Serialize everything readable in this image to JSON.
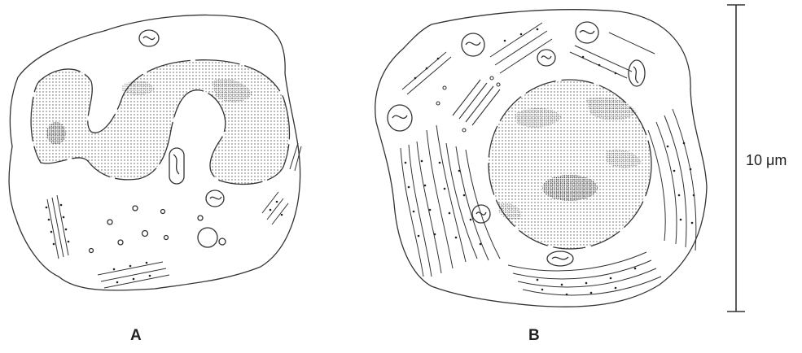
{
  "figure": {
    "panels": [
      {
        "id": "A",
        "label": "A"
      },
      {
        "id": "B",
        "label": "B"
      }
    ],
    "scale_bar": {
      "label": "10 μm"
    },
    "colors": {
      "line": "#333333",
      "stipple": "#444444",
      "background": "#ffffff"
    }
  }
}
